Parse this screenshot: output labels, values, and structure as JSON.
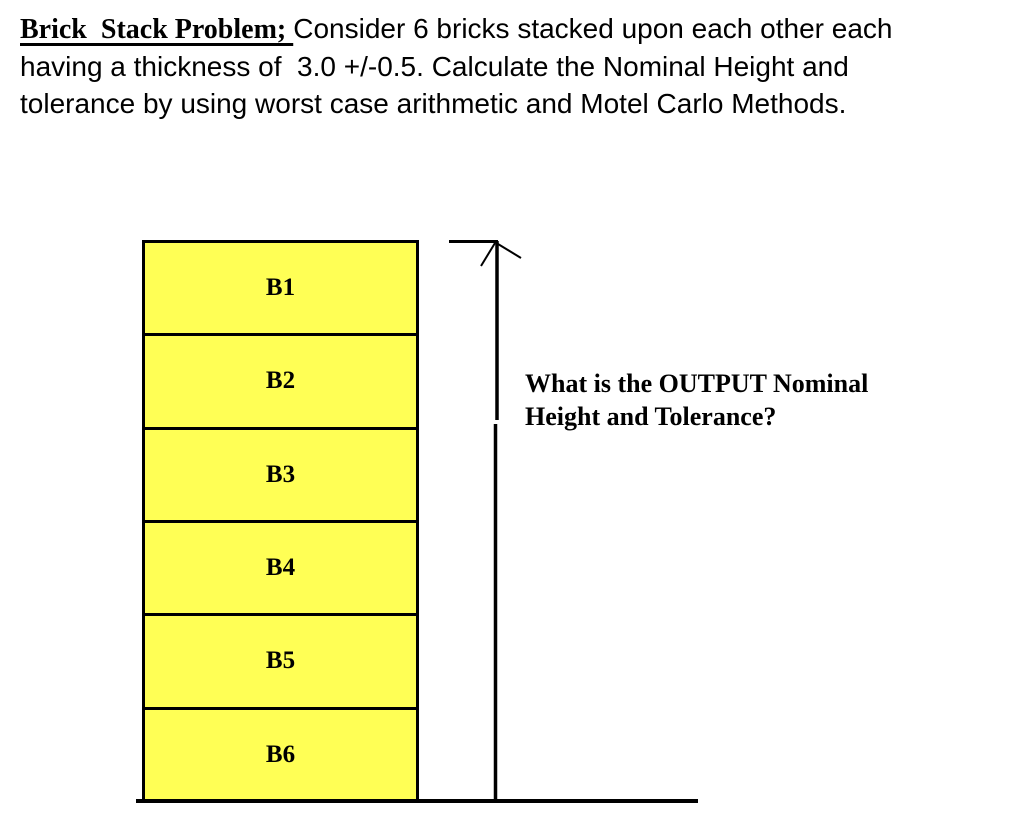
{
  "problem": {
    "title": "Brick  Stack Problem; ",
    "line1_rest": "Consider 6 bricks stacked upon each other each",
    "line2": "having a thickness of  3.0 +/-0.5. Calculate the Nominal Height and",
    "line3": "tolerance by using worst case arithmetic and Motel Carlo Methods."
  },
  "diagram": {
    "brick_fill_color": "#FFFF55",
    "bricks": [
      {
        "label": "B1"
      },
      {
        "label": "B2"
      },
      {
        "label": "B3"
      },
      {
        "label": "B4"
      },
      {
        "label": "B5"
      },
      {
        "label": "B6"
      }
    ],
    "question_line1": "What is the OUTPUT Nominal",
    "question_line2": "Height and Tolerance?"
  }
}
